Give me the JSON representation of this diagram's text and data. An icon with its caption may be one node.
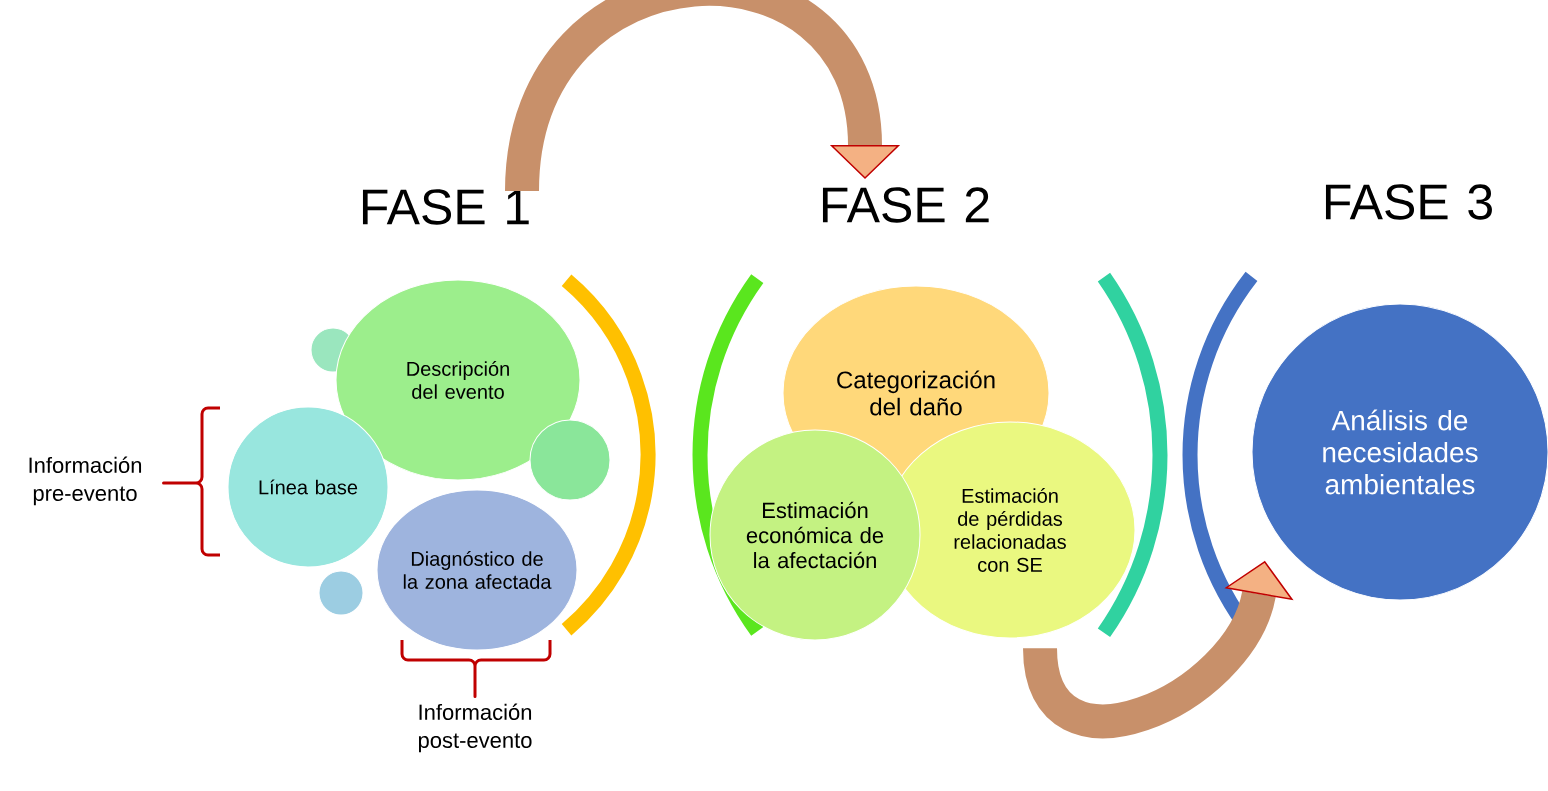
{
  "diagram": {
    "nodes": [
      {
        "text": [
          "FASE 1"
        ]
      },
      {
        "text": [
          "FASE 2"
        ]
      },
      {
        "text": [
          "FASE 3"
        ]
      },
      {
        "text": [],
        "shape": "circle"
      },
      {
        "text": [
          "Descripción del evento"
        ]
      },
      {
        "text": [
          "Línea base"
        ]
      },
      {
        "text": [],
        "shape": "circle"
      },
      {
        "text": [
          "Diagnóstico de la zona afectada"
        ]
      },
      {
        "text": [],
        "shape": "circle"
      },
      {
        "text": [
          "Categorización del daño"
        ]
      },
      {
        "text": [
          "Estimación económica de la afectación"
        ]
      },
      {
        "text": [
          "Estimación de pérdidas relacionadas con SE"
        ]
      },
      {
        "text": [
          "Análisis de necesidades ambientales"
        ]
      }
    ],
    "edges": [
      {
        "from": 0,
        "to": 1,
        "arrow": "to"
      },
      {
        "from": 11,
        "to": 12,
        "arrow": "to"
      }
    ],
    "labels": [
      "Información pre-evento",
      "Información post-evento"
    ]
  }
}
